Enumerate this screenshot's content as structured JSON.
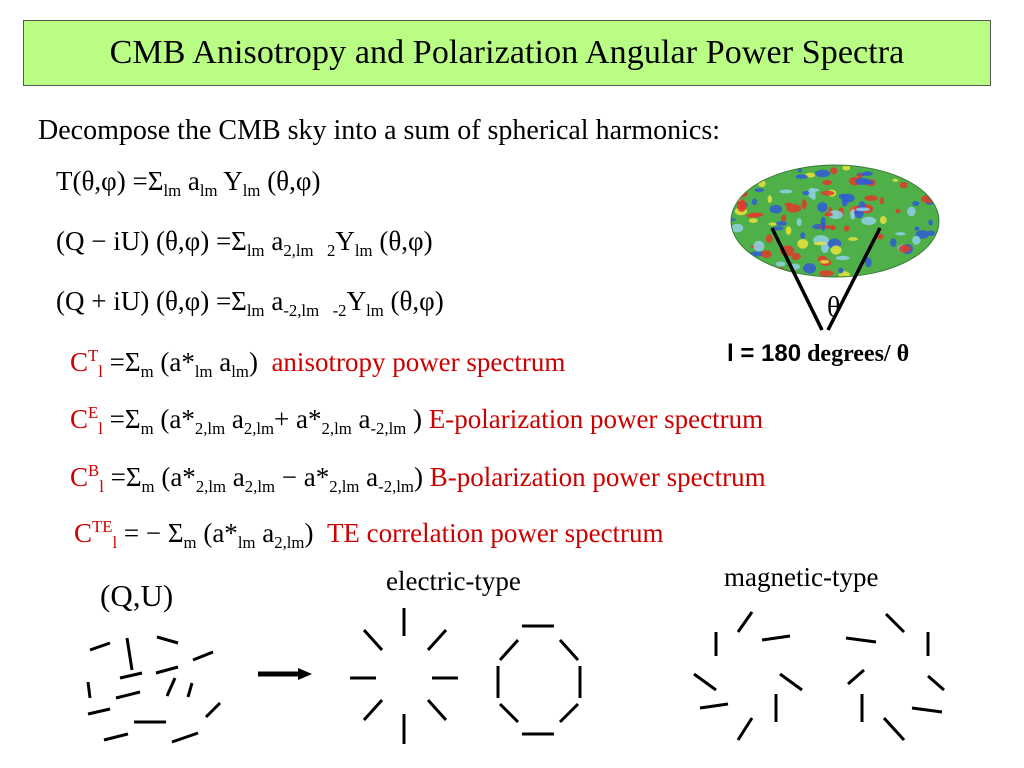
{
  "slide": {
    "title": "CMB Anisotropy and Polarization Angular Power Spectra",
    "intro": "Decompose the CMB sky into a sum of spherical harmonics:"
  },
  "equations": {
    "temperature": {
      "lhs": "T(θ,φ) =Σ",
      "sum_idx": "lm",
      "a": " a",
      "a_idx": "lm",
      "Y": " Y",
      "Y_idx": "lm",
      "arg": " (θ,φ)"
    },
    "pol_minus": {
      "lhs": "(Q − iU) (θ,φ) =Σ",
      "sum_idx": "lm",
      "a": " a",
      "a_idx": "2,lm",
      "spin": "2",
      "Y": "Y",
      "Y_idx": "lm",
      "arg": " (θ,φ)"
    },
    "pol_plus": {
      "lhs": "(Q + iU) (θ,φ) =Σ",
      "sum_idx": "lm",
      "a": " a",
      "a_idx": "-2,lm",
      "spin": "-2",
      "Y": "Y",
      "Y_idx": "lm",
      "arg": " (θ,φ)"
    }
  },
  "spectra": {
    "TT": {
      "C": "C",
      "sup": "T",
      "sub": "l",
      "body": " =Σ",
      "m": "m",
      "p1": " (a*",
      "i1": "lm",
      "p2": " a",
      "i2": "lm",
      "p3": ")",
      "desc": "anisotropy power spectrum"
    },
    "EE": {
      "C": "C",
      "sup": "E",
      "sub": "l",
      "body": " =Σ",
      "m": "m",
      "p1": " (a*",
      "i1": "2,lm",
      "p2": " a",
      "i2": "2,lm",
      "p3": "+ a*",
      "i3": "2,lm",
      "p4": " a",
      "i4": "-2,lm",
      "p5": " )",
      "desc": "E-polarization power spectrum"
    },
    "BB": {
      "C": "C",
      "sup": "B",
      "sub": "l",
      "body": " =Σ",
      "m": "m",
      "p1": " (a*",
      "i1": "2,lm",
      "p2": " a",
      "i2": "2,lm",
      "p3": " − a*",
      "i3": "2,lm",
      "p4": " a",
      "i4": "-2,lm",
      "p5": ")",
      "desc": "B-polarization power spectrum"
    },
    "TE": {
      "C": "C",
      "sup": "TE",
      "sub": "l",
      "body": " = − Σ",
      "m": "m",
      "p1": " (a*",
      "i1": "lm",
      "p2": " a",
      "i2": "2,lm",
      "p3": ")",
      "desc": "TE correlation power spectrum"
    }
  },
  "sky_figure": {
    "theta_label": "θ",
    "relation_l": "l = 180",
    "relation_rest": " degrees/ θ"
  },
  "patterns": {
    "qu_label": "(Q,U)",
    "electric_label": "electric-type",
    "magnetic_label": "magnetic-type"
  },
  "colors": {
    "title_bg": "#b9fd85",
    "accent_red": "#cc0000",
    "map_green": "#4fb04a",
    "map_red": "#e23a2a",
    "map_blue": "#2f5bd6",
    "map_yellow": "#e8e43a"
  }
}
